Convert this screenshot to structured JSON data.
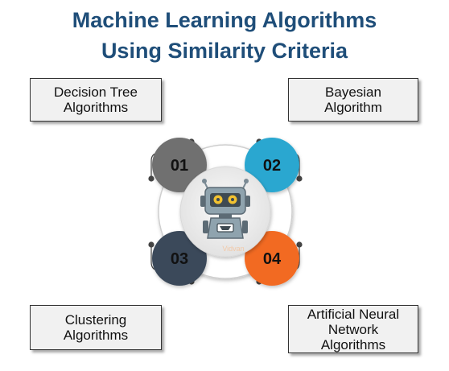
{
  "title": {
    "line1": "Machine Learning Algorithms",
    "line2": "Using Similarity Criteria"
  },
  "items": [
    {
      "number": "01",
      "label_lines": [
        "Decision Tree",
        "Algorithms"
      ],
      "color": "#6f6f6f"
    },
    {
      "number": "02",
      "label_lines": [
        "Bayesian",
        "Algorithm"
      ],
      "color": "#2aa7d0"
    },
    {
      "number": "03",
      "label_lines": [
        "Clustering",
        "Algorithms"
      ],
      "color": "#3b4a5a"
    },
    {
      "number": "04",
      "label_lines": [
        "Artificial Neural",
        "Network",
        "Algorithms"
      ],
      "color": "#f26b22"
    }
  ],
  "center_icon": "robot-icon",
  "watermark": "Vidvan",
  "colors": {
    "title": "#1f4e79",
    "ring": "#eeeeee",
    "connector": "#444444"
  }
}
